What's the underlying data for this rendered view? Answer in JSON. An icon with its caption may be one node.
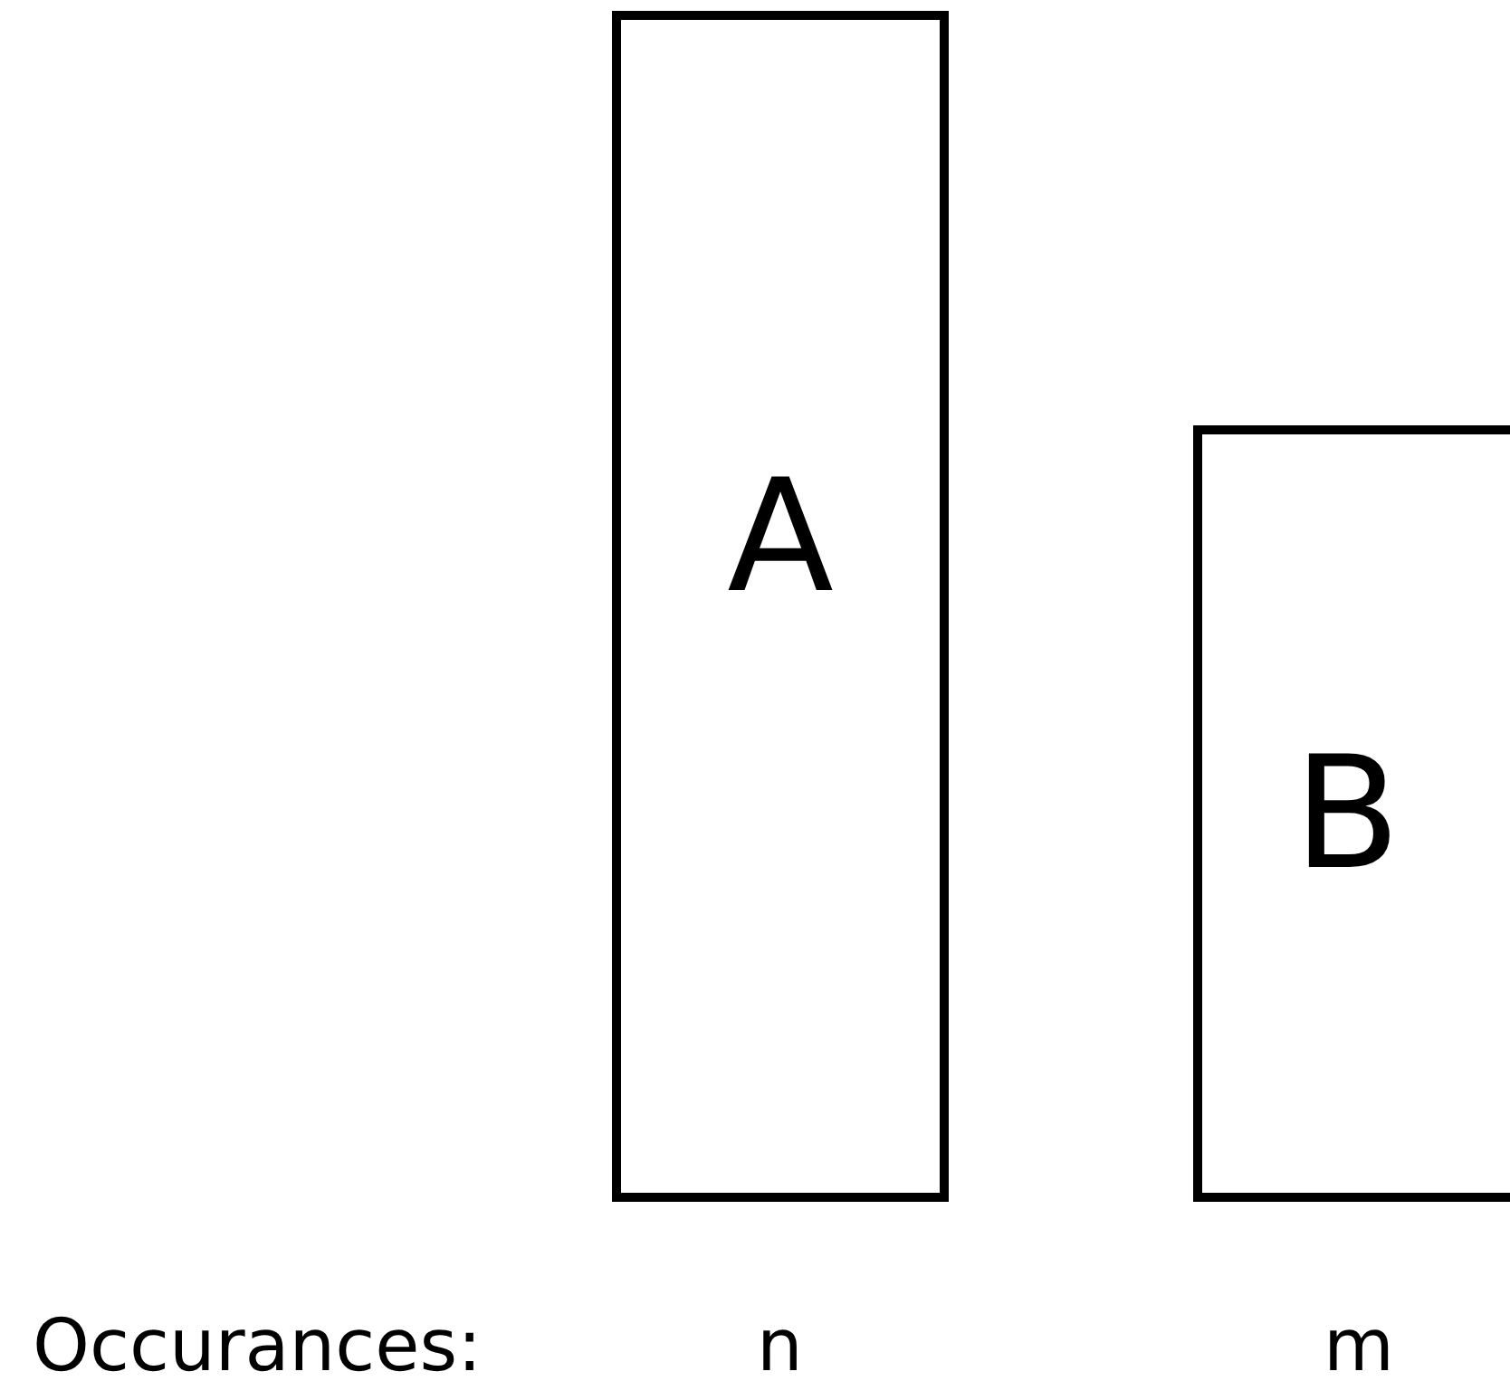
{
  "diagram": {
    "nodes": [
      {
        "text": [
          "A"
        ]
      },
      {
        "text": [
          "B"
        ]
      }
    ],
    "labels": [
      "Occurances:",
      "n",
      "m"
    ]
  }
}
